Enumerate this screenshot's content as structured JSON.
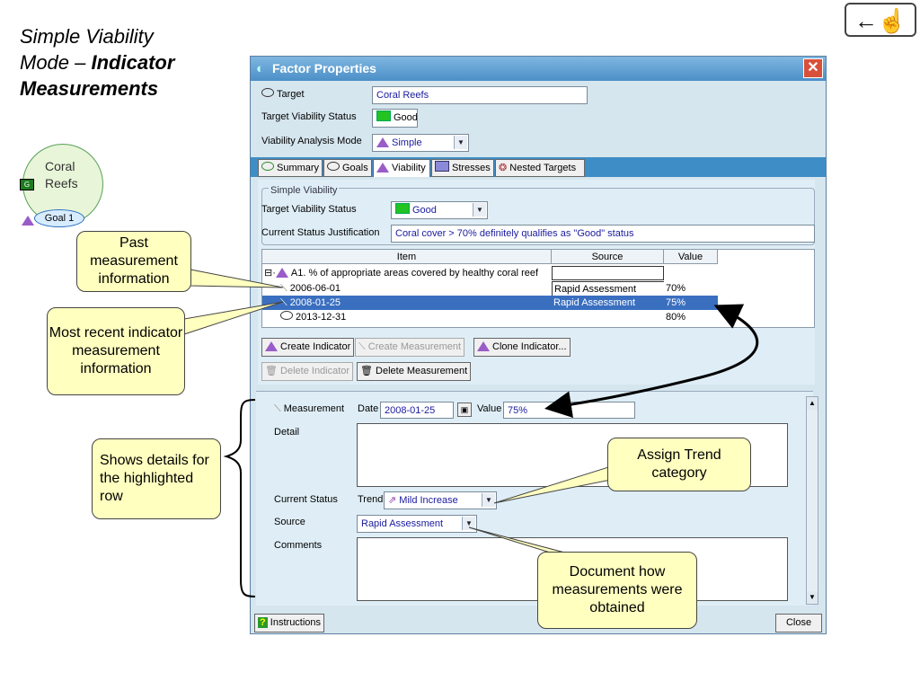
{
  "slide": {
    "title_line1": "Simple Viability",
    "title_line2_prefix": "Mode – ",
    "title_line2_bold": "Indicator",
    "title_line3_bold": "Measurements",
    "nav_back_glyph": "←☝"
  },
  "diagram": {
    "target_label_1": "Coral",
    "target_label_2": "Reefs",
    "goal_label": "Goal 1",
    "g_icon": "G"
  },
  "callouts": {
    "past": "Past measurement information",
    "recent": "Most recent indicator measurement information",
    "details": "Shows details for the highlighted row",
    "trend": "Assign Trend category",
    "document": "Document how measurements were obtained"
  },
  "dialog": {
    "title": "Factor Properties",
    "target_label": "Target",
    "target_value": "Coral Reefs",
    "viability_status_label": "Target Viability Status",
    "viability_status_value": "Good",
    "mode_label": "Viability Analysis Mode",
    "mode_value": "Simple",
    "tabs": [
      {
        "label": "Summary"
      },
      {
        "label": "Goals"
      },
      {
        "label": "Viability"
      },
      {
        "label": "Stresses"
      },
      {
        "label": "Nested Targets"
      }
    ],
    "simple_viability_legend": "Simple Viability",
    "panel_status_label": "Target Viability Status",
    "panel_status_value": "Good",
    "justification_label": "Current Status Justification",
    "justification_value": "Coral cover > 70% definitely qualifies as \"Good\" status",
    "grid": {
      "columns": [
        "Item",
        "Source",
        "Value"
      ],
      "rows": [
        {
          "item": "A1. % of appropriate areas covered by healthy coral reef",
          "source": "",
          "value": ""
        },
        {
          "item": "2006-06-01",
          "source": "Rapid Assessment",
          "value": "70%"
        },
        {
          "item": "2008-01-25",
          "source": "Rapid Assessment",
          "value": "75%"
        },
        {
          "item": "2013-12-31",
          "source": "",
          "value": "80%"
        }
      ]
    },
    "buttons": {
      "create_indicator": "Create Indicator",
      "create_measurement": "Create Measurement",
      "clone_indicator": "Clone Indicator...",
      "delete_indicator": "Delete Indicator",
      "delete_measurement": "Delete Measurement",
      "instructions": "Instructions",
      "close": "Close"
    },
    "detail": {
      "measurement_label": "Measurement",
      "date_label": "Date",
      "date_value": "2008-01-25",
      "value_label": "Value",
      "value_value": "75%",
      "detail_label": "Detail",
      "current_status_label": "Current Status",
      "trend_label": "Trend",
      "trend_value": "Mild Increase",
      "source_label": "Source",
      "source_value": "Rapid Assessment",
      "comments_label": "Comments"
    }
  },
  "colors": {
    "good": "#22c322",
    "selection": "#3a6fc0",
    "callout": "#ffffc0",
    "titlebar": "#4b8fc8"
  }
}
